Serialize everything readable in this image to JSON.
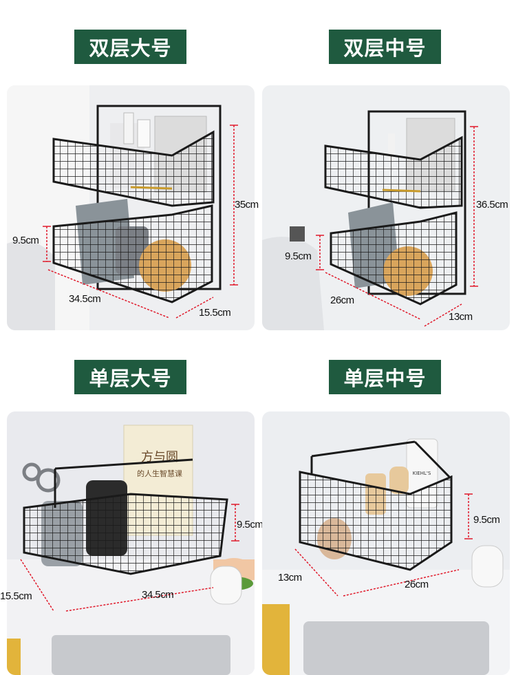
{
  "badges": [
    "双层大号",
    "双层中号",
    "单层大号",
    "单层中号"
  ],
  "colors": {
    "badge_bg": "#1f5a3f",
    "badge_text": "#ffffff",
    "dimension_line": "#e0192a"
  },
  "panels": [
    {
      "dims": {
        "height": "35cm",
        "depth": "9.5cm",
        "width": "34.5cm",
        "length": "15.5cm"
      }
    },
    {
      "dims": {
        "height": "36.5cm",
        "depth": "9.5cm",
        "width": "26cm",
        "length": "13cm"
      }
    },
    {
      "dims": {
        "height": "9.5cm",
        "length": "15.5cm",
        "width": "34.5cm"
      },
      "book": {
        "line1": "方与圆",
        "line2": "的人生智慧课"
      }
    },
    {
      "dims": {
        "height": "9.5cm",
        "length": "13cm",
        "width": "26cm"
      },
      "bottle_label": "KIEHL'S"
    }
  ]
}
